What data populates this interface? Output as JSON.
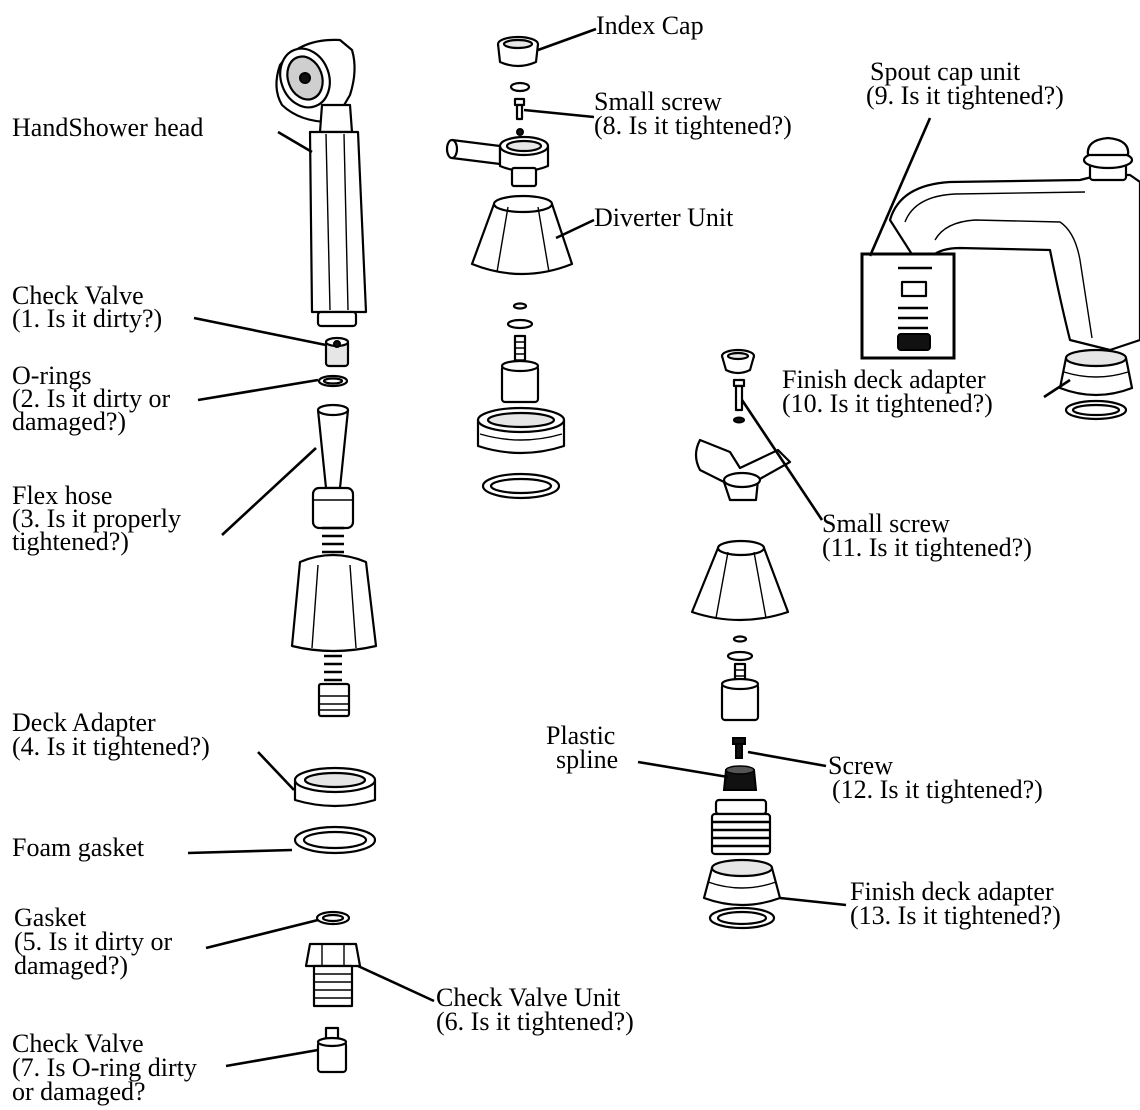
{
  "labels": {
    "handshower_head": "HandShower head",
    "check_valve_1_title": "Check Valve",
    "check_valve_1_note": "(1. Is it dirty?)",
    "orings_title": "O-rings",
    "orings_note_1": "(2. Is it dirty or",
    "orings_note_2": "damaged?)",
    "flex_hose_title": "Flex hose",
    "flex_hose_note_1": "(3. Is it properly",
    "flex_hose_note_2": "tightened?)",
    "deck_adapter_title": "Deck Adapter",
    "deck_adapter_note": "(4. Is it tightened?)",
    "foam_gasket": "Foam gasket",
    "gasket_title": "Gasket",
    "gasket_note_1": "(5. Is it dirty or",
    "gasket_note_2": "damaged?)",
    "check_valve_unit_title": "Check Valve Unit",
    "check_valve_unit_note": "(6. Is it tightened?)",
    "check_valve_7_title": "Check Valve",
    "check_valve_7_note_1": "(7. Is O-ring dirty",
    "check_valve_7_note_2": "or damaged?",
    "index_cap": "Index Cap",
    "small_screw_8_title": "Small screw",
    "small_screw_8_note": "(8. Is it tightened?)",
    "diverter_unit": "Diverter Unit",
    "spout_cap_title": "Spout cap unit",
    "spout_cap_note": "(9. Is it tightened?)",
    "finish_deck_10_title": "Finish deck adapter",
    "finish_deck_10_note": "(10. Is it tightened?)",
    "small_screw_11_title": "Small screw",
    "small_screw_11_note": "(11. Is it tightened?)",
    "plastic_spline_1": "Plastic",
    "plastic_spline_2": "spline",
    "screw_12_title": "Screw",
    "screw_12_note": "(12. Is it tightened?)",
    "finish_deck_13_title": "Finish deck adapter",
    "finish_deck_13_note": "(13. Is it tightened?)"
  }
}
